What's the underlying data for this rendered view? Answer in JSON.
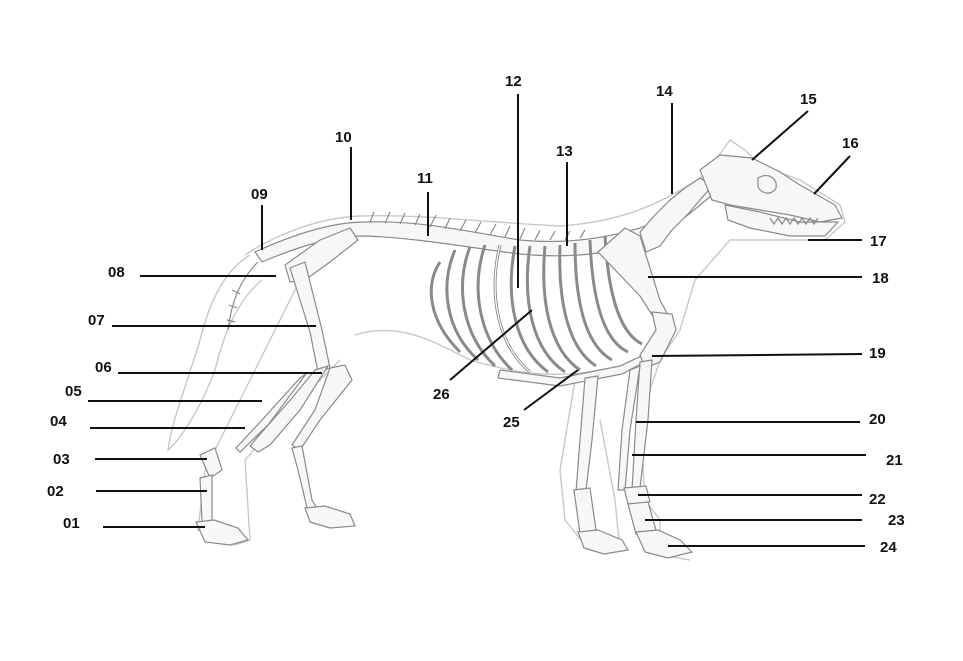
{
  "labels": [
    {
      "id": "01",
      "text": "01"
    },
    {
      "id": "02",
      "text": "02"
    },
    {
      "id": "03",
      "text": "03"
    },
    {
      "id": "04",
      "text": "04"
    },
    {
      "id": "05",
      "text": "05"
    },
    {
      "id": "06",
      "text": "06"
    },
    {
      "id": "07",
      "text": "07"
    },
    {
      "id": "08",
      "text": "08"
    },
    {
      "id": "09",
      "text": "09"
    },
    {
      "id": "10",
      "text": "10"
    },
    {
      "id": "11",
      "text": "11"
    },
    {
      "id": "12",
      "text": "12"
    },
    {
      "id": "13",
      "text": "13"
    },
    {
      "id": "14",
      "text": "14"
    },
    {
      "id": "15",
      "text": "15"
    },
    {
      "id": "16",
      "text": "16"
    },
    {
      "id": "17",
      "text": "17"
    },
    {
      "id": "18",
      "text": "18"
    },
    {
      "id": "19",
      "text": "19"
    },
    {
      "id": "20",
      "text": "20"
    },
    {
      "id": "21",
      "text": "21"
    },
    {
      "id": "22",
      "text": "22"
    },
    {
      "id": "23",
      "text": "23"
    },
    {
      "id": "24",
      "text": "24"
    },
    {
      "id": "25",
      "text": "25"
    },
    {
      "id": "26",
      "text": "26"
    }
  ],
  "colors": {
    "label": "#111111",
    "leader": "#111111",
    "bone_fill": "#f7f7f7",
    "bone_stroke": "#8a8a8a",
    "body_outline": "#c8c8c8"
  }
}
